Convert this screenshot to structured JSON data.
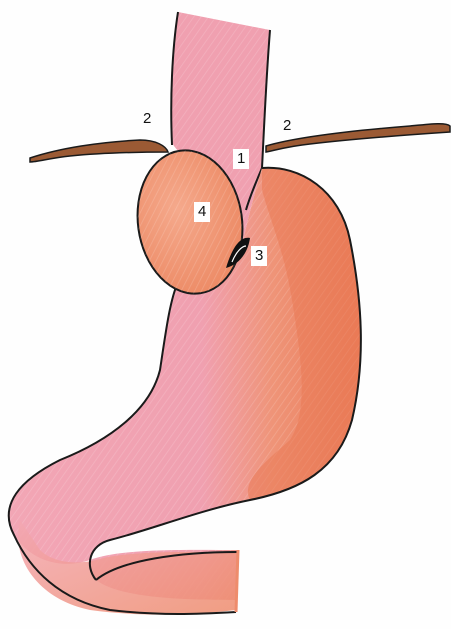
{
  "labels": {
    "esophagus": "1",
    "diaphragm_left": "2",
    "diaphragm_right": "2",
    "hiatus": "3",
    "hernia_sac": "4"
  },
  "colors": {
    "pink": "#f0a0b0",
    "pink_light": "#f6c3cc",
    "orange": "#ef8e6b",
    "orange_deep": "#ea7a56",
    "diaphragm": "#9b5a34",
    "outline": "#1a1a1a",
    "background": "#fefefe"
  }
}
